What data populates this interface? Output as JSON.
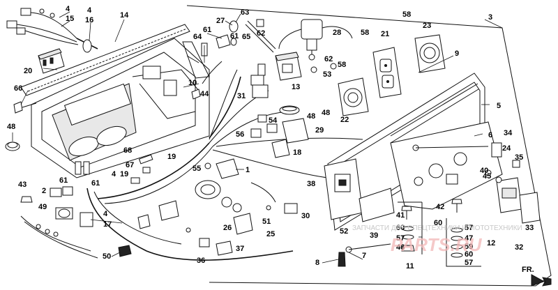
{
  "diagram": {
    "callouts": [
      "1",
      "2",
      "3",
      "4",
      "5",
      "6",
      "7",
      "8",
      "9",
      "10",
      "11",
      "12",
      "13",
      "14",
      "15",
      "16",
      "17",
      "18",
      "19",
      "20",
      "21",
      "22",
      "23",
      "24",
      "25",
      "26",
      "27",
      "28",
      "29",
      "30",
      "31",
      "32",
      "33",
      "34",
      "35",
      "36",
      "37",
      "38",
      "39",
      "40",
      "41",
      "42",
      "43",
      "44",
      "45",
      "46",
      "47",
      "48",
      "49",
      "50",
      "51",
      "52",
      "53",
      "54",
      "55",
      "56",
      "57",
      "58",
      "59",
      "60",
      "61",
      "62",
      "63",
      "64",
      "65",
      "66",
      "67",
      "68"
    ],
    "direction_label": "FR.",
    "watermark_text": "ЗАПЧАСТИ ДЛЯ СПЕЦТЕХНИКИ И МОТОТЕХНИКИ",
    "watermark_brand": "PARTS.RU"
  }
}
